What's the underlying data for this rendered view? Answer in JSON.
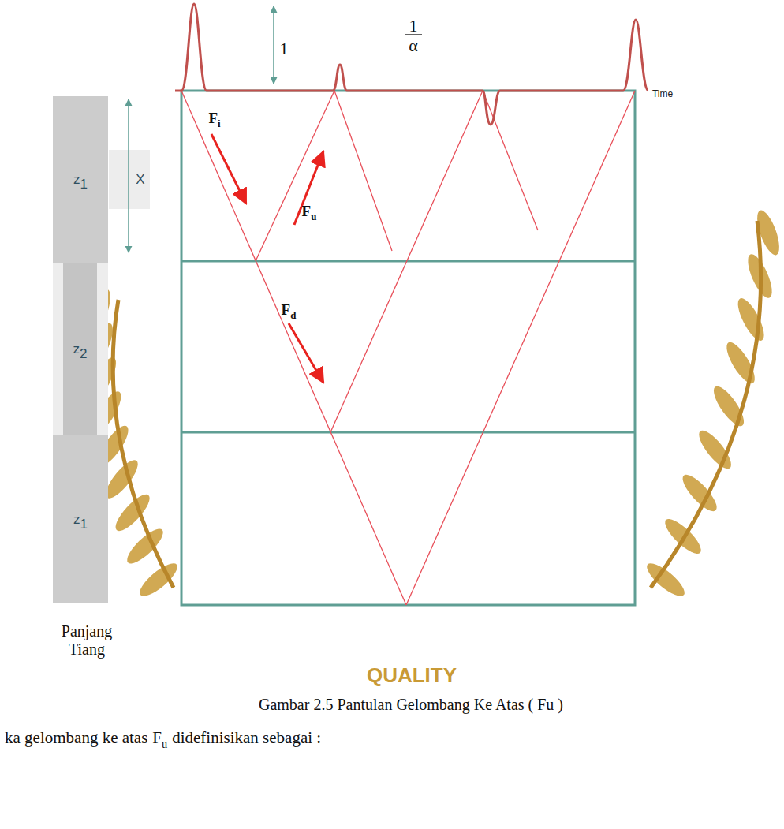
{
  "diagram": {
    "caption": "Gambar 2.5 Pantulan Gelombang Ke Atas ( Fu )",
    "nodes": [
      {
        "text": [
          "z",
          "1"
        ]
      },
      {
        "text": [
          "z",
          "2"
        ]
      },
      {
        "text": [
          "z",
          "1"
        ]
      }
    ],
    "labels": [
      "1",
      "1",
      "α",
      "Time",
      "F",
      "i",
      "F",
      "u",
      "F",
      "d",
      "X",
      "Panjang Tiang",
      "QUALITY",
      "ka gelombang ke atas",
      "F",
      "u",
      "didefinisikan sebagai :"
    ]
  }
}
